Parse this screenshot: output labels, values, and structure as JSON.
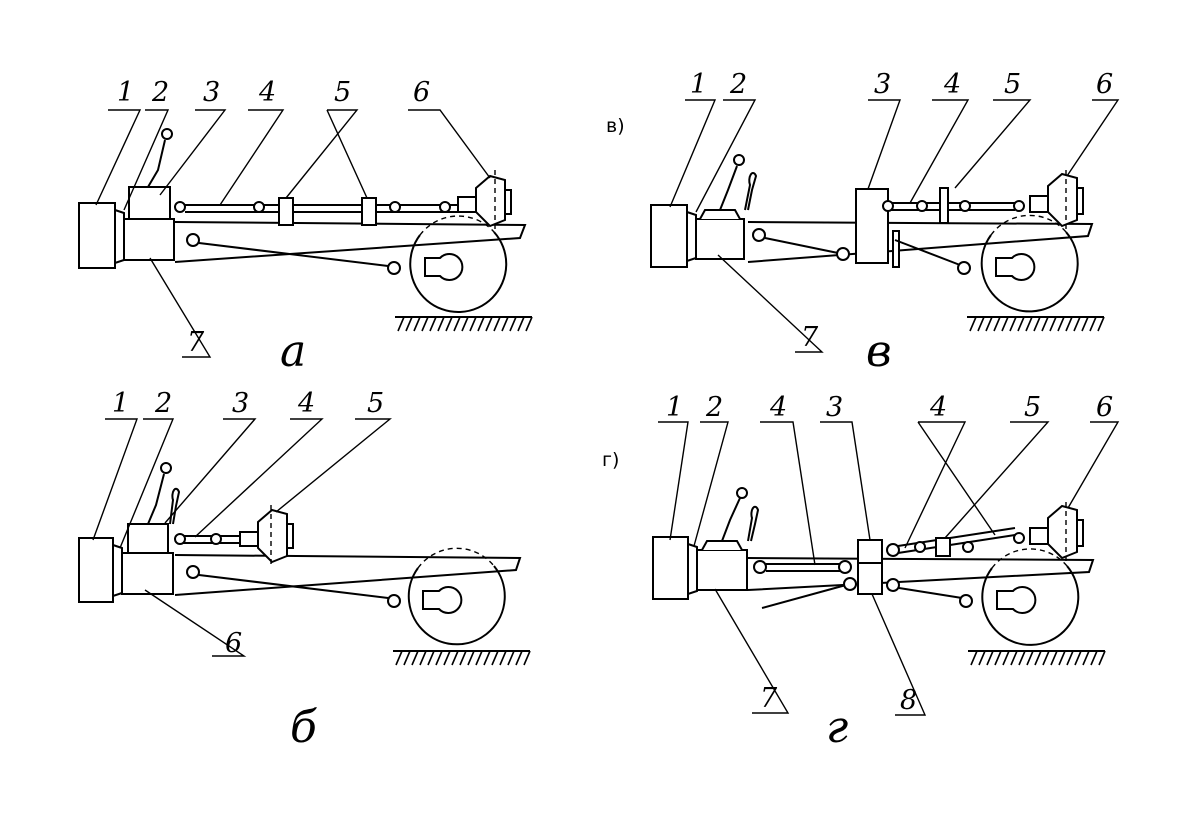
{
  "panels": {
    "a": {
      "caption": "а",
      "sublabel": "",
      "labels": [
        "1",
        "2",
        "3",
        "4",
        "5",
        "6",
        "7"
      ]
    },
    "b": {
      "caption": "б",
      "sublabel": "",
      "labels": [
        "1",
        "2",
        "3",
        "4",
        "5",
        "6"
      ]
    },
    "v": {
      "caption": "в",
      "sublabel": "в)",
      "labels": [
        "1",
        "2",
        "3",
        "4",
        "5",
        "6",
        "7"
      ]
    },
    "g": {
      "caption": "г",
      "sublabel": "г)",
      "labels": [
        "1",
        "2",
        "4",
        "3",
        "4",
        "5",
        "6",
        "7",
        "8"
      ]
    }
  }
}
